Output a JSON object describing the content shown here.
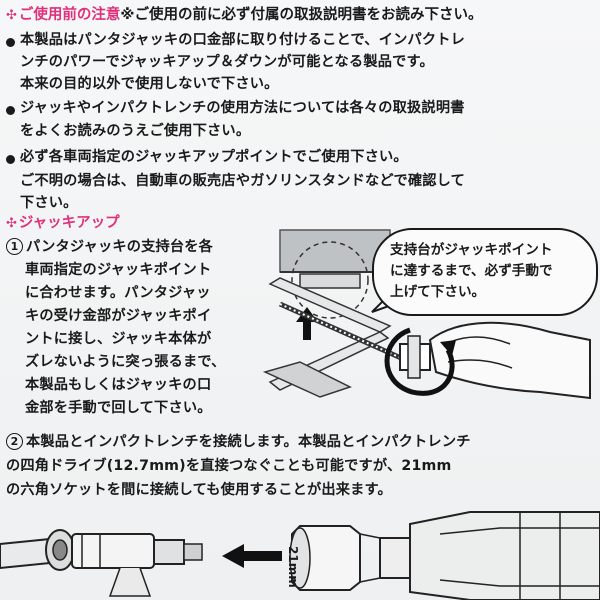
{
  "notice": {
    "heading": "ご使用前の注意",
    "heading_tail": "※ご使用の前に必ず付属の取扱説明書をお読み下さい。",
    "lines": [
      "本製品はパンタジャッキの口金部に取り付けることで、インパクトレ",
      "ンチのパワーでジャッキアップ＆ダウンが可能となる製品です。",
      "本来の目的以外で使用しないで下さい。",
      "ジャッキやインパクトレンチの使用方法については各々の取扱説明書",
      "をよくお読みのうえご使用下さい。",
      "必ず各車両指定のジャッキアップポイントでご使用下さい。",
      "ご不明の場合は、自動車の販売店やガソリンスタンドなどで確認して",
      "下さい。"
    ]
  },
  "jackup": {
    "heading": "ジャッキアップ",
    "step1_number": "1",
    "step1_lines": [
      "パンタジャッキの支持台を各",
      "車両指定のジャッキポイント",
      "に合わせます。パンタジャッ",
      "キの受け金部がジャッキポイ",
      "ントに接し、ジャッキ本体が",
      "ズレないように突っ張るまで、",
      "本製品もしくはジャッキの口",
      "金部を手動で回して下さい。"
    ],
    "bubble_lines": [
      "支持台がジャッキポイント",
      "に達するまで、必ず手動で",
      "上げて下さい。"
    ],
    "step2_number": "2",
    "step2_lines": [
      "本製品とインパクトレンチを接続します。本製品とインパクトレンチ",
      "の四角ドライブ(12.7mm)を直接つなぐことも可能ですが、21mm",
      "の六角ソケットを間に接続しても使用することが出来ます。"
    ],
    "socket_label": "21mm"
  },
  "colors": {
    "accent": "#e0307a",
    "text": "#1a1a1a"
  }
}
